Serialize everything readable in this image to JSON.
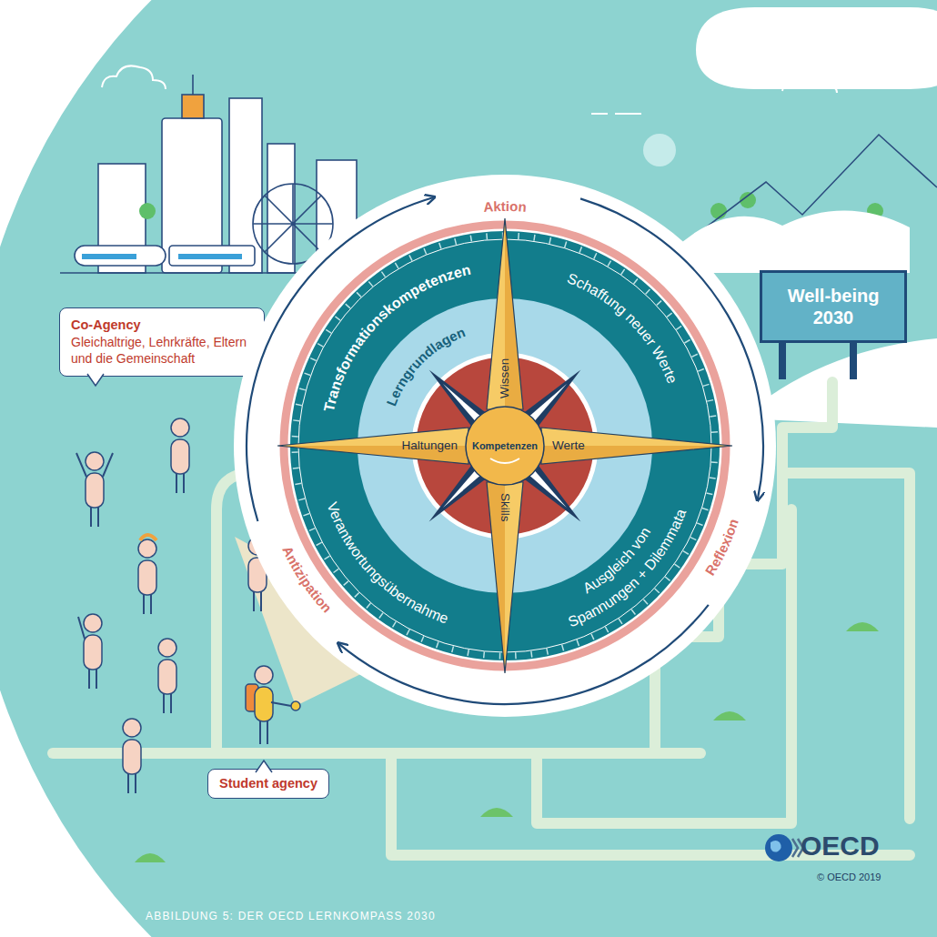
{
  "diagram": {
    "caption": "ABBILDUNG 5: DER OECD LERNKOMPASS 2030",
    "nodes": [
      {
        "text": [
          "Co-Agency",
          "Gleichaltrige, Lehrkräfte, Eltern und die Gemeinschaft"
        ]
      },
      {
        "text": [
          "Well-being 2030"
        ]
      },
      {
        "text": [
          "Aktion",
          "Reflexion",
          "Antizipation"
        ]
      },
      {
        "text": [
          "Transformationskompetenzen",
          "Schaffung neuer Werte",
          "Ausgleich von Spannungen + Dilemmata",
          "Verantwortungsübernahme"
        ],
        "in": 2
      },
      {
        "text": [
          "Lerngrundlagen"
        ],
        "in": 3
      },
      {
        "text": [
          "Wissen"
        ],
        "in": 4
      },
      {
        "text": [
          "Haltungen"
        ],
        "in": 4
      },
      {
        "text": [
          "Werte"
        ],
        "in": 4
      },
      {
        "text": [
          "Skills"
        ],
        "in": 4
      },
      {
        "text": [
          "Kompetenzen"
        ],
        "in": 4
      },
      {
        "text": [
          "Student agency"
        ]
      }
    ],
    "labels": [
      "OECD",
      "© OECD 2019"
    ]
  }
}
